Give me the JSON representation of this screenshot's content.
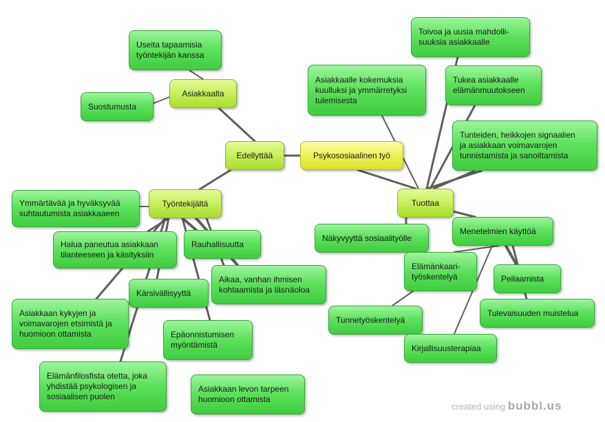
{
  "diagram": {
    "nodes": {
      "root": "Psykososiaalinen työ",
      "edellyttaa": "Edellyttää",
      "tuottaa": "Tuottaa",
      "asiakkaalta": "Asiakkaalta",
      "tyontekijalta": "Työntekijältä",
      "useita": "Useita tapaamisia\ntyöntekijän kanssa",
      "suostumusta": "Suostumusta",
      "ymmartavaa": "Ymmärtävää ja hyväksyvää\nsuhtautumista asiakkaaeen",
      "halua": "Halua paneutua asiakkaan\ntilanteeseen ja käsityksiin",
      "rauhallisuutta": "Rauhallisuutta",
      "aikaa": "Aikaa, vanhan ihmisen\nkohtaamista ja läsnäoloa",
      "karsivallisyytta": "Kärsivällisyyttä",
      "kykyjen": "Asiakkaan kykyjen ja\nvoimavarojen etsimistä ja\nhuomioon ottamista",
      "epaonnistumisen": "Epäonnistumisen\nmyöntämistä",
      "elamanfilosofia": "Elämänfilosfista otetta, joka\nyhdistää psykologisen ja\nsosiaalisen puolen",
      "levon": "Asiakkaan levon tarpeen\nhuomioon ottamista",
      "kokemuksia": "Asiakkaalle kokemuksia\nkuulluksi ja ymmärretyksi\ntulemisesta",
      "toivoa": "Toivoa ja uusia mahdolli-\nsuuksia asiakkaalle",
      "tukea": "Tukea asiakkaalle\nelämänmuutokseen",
      "tunteiden": "Tunteiden, heikkojen signaalien\nja asiakkaan voimavarojen\ntunnistamista ja sanoittamista",
      "nakyvyytta": "Näkyvyyttä sosiaalityölle",
      "menetelmien": "Menetelmien käyttöä",
      "elamankaari": "Elämänkaari-\ntyöskentelyä",
      "peilaamista": "Peilaamista",
      "tulevaisuuden": "Tulevaisuuden muistelua",
      "tunnetyoskentelya": "Tunnetyöskentelyä",
      "kirjallisuusterapiaa": "Kirjallisuusterapiaa"
    },
    "credit_prefix": "created using",
    "credit_brand": "bubbl.us"
  }
}
